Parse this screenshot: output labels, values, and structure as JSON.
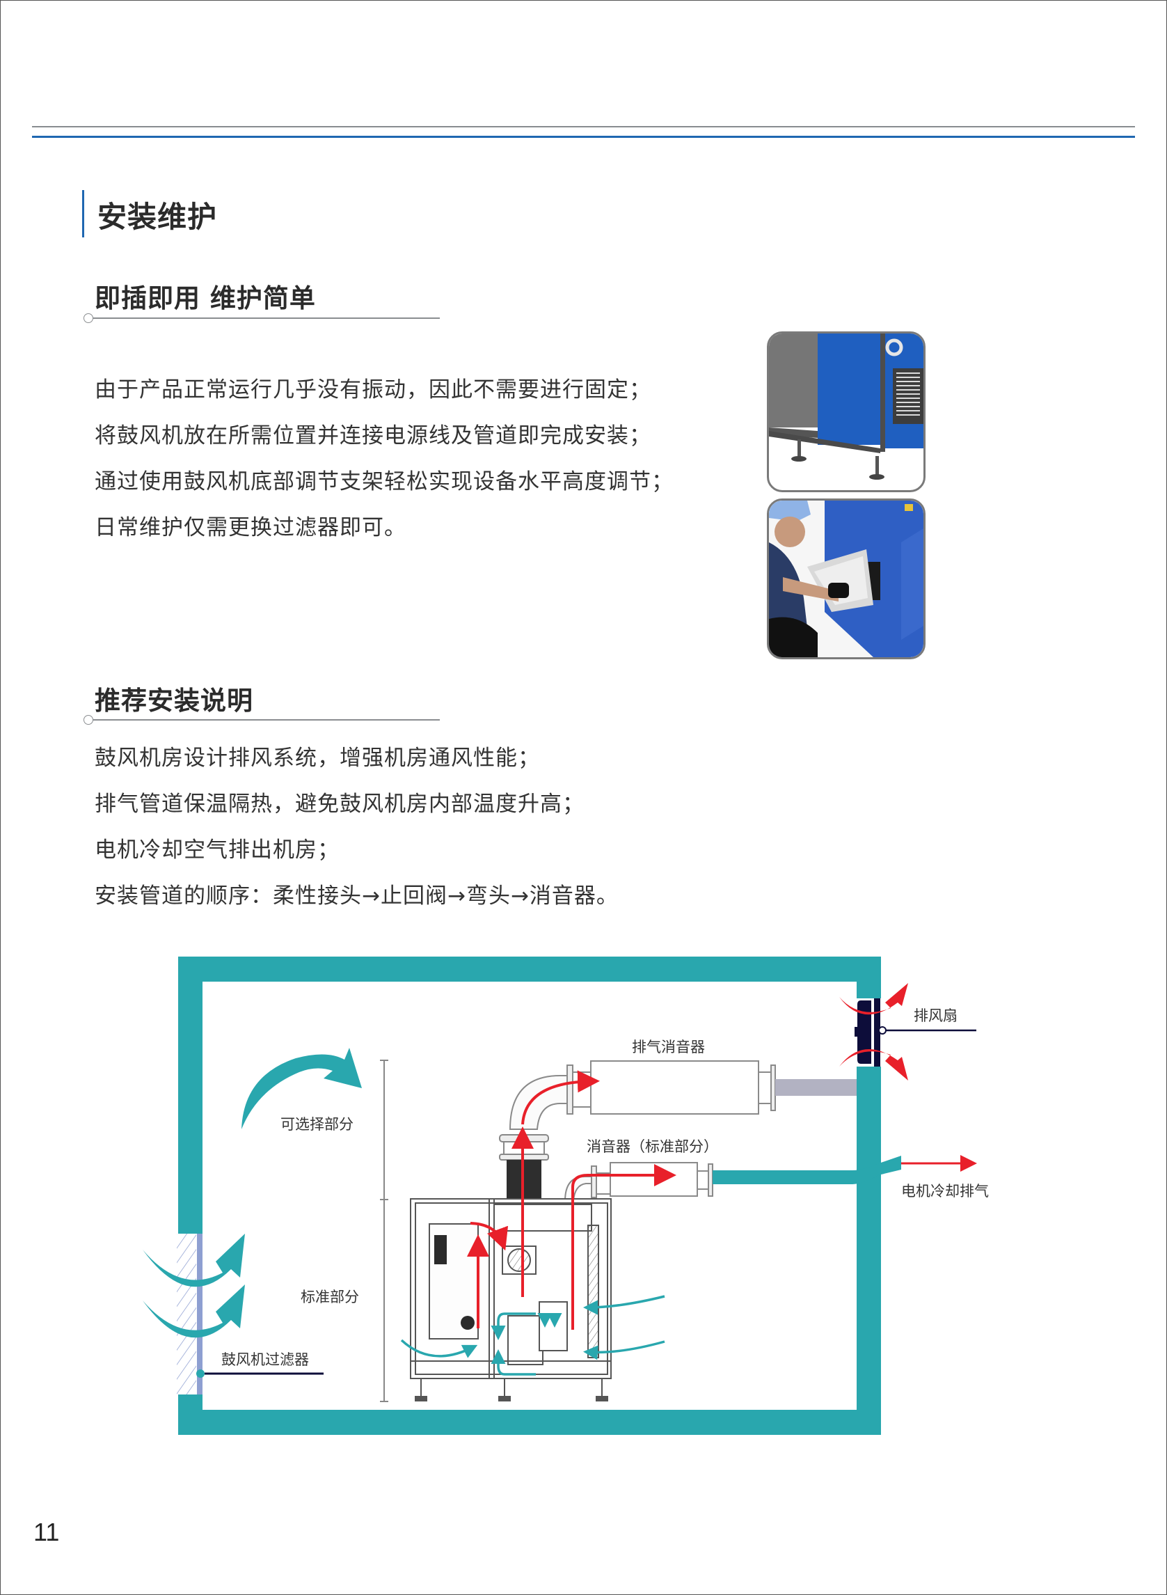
{
  "page": {
    "section_title": "安装维护",
    "page_number": "11"
  },
  "plug_and_play": {
    "title": "即插即用 维护简单",
    "lines": [
      "由于产品正常运行几乎没有振动，因此不需要进行固定；",
      "将鼓风机放在所需位置并连接电源线及管道即完成安装；",
      "通过使用鼓风机底部调节支架轻松实现设备水平高度调节；",
      "日常维护仅需更换过滤器即可。"
    ],
    "images": [
      {
        "name": "blower-base-adjustable-feet-photo",
        "description": "blue blower cabinet corner with adjustable feet"
      },
      {
        "name": "filter-replacement-photo",
        "description": "technician replacing filter on blue cabinet"
      }
    ]
  },
  "recommendations": {
    "title": "推荐安装说明",
    "lines": [
      "鼓风机房设计排风系统，增强机房通风性能；",
      "排气管道保温隔热，避免鼓风机房内部温度升高；",
      "电机冷却空气排出机房；",
      "安装管道的顺序：柔性接头→止回阀→弯头→消音器。"
    ]
  },
  "diagram": {
    "labels": {
      "exhaust_fan": "排风扇",
      "exhaust_silencer": "排气消音器",
      "optional_part": "可选择部分",
      "silencer_standard": "消音器（标准部分）",
      "motor_cooling_exhaust": "电机冷却排气",
      "standard_part": "标准部分",
      "blower_filter": "鼓风机过滤器"
    },
    "colors": {
      "wall": "#29a7ae",
      "hot_air": "#e8202a",
      "cool_air": "#29a7ae",
      "fan": "#0d0d3a",
      "filter": "#8e9fd1",
      "duct": "#b2b2c2"
    }
  }
}
